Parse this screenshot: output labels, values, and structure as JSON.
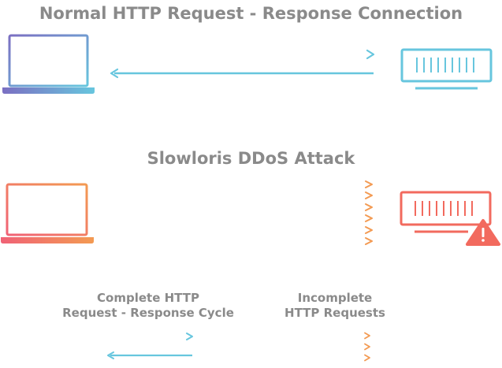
{
  "titles": {
    "normal": "Normal HTTP Request - Response Connection",
    "slowloris": "Slowloris DDoS Attack"
  },
  "legend": {
    "complete_line1": "Complete HTTP",
    "complete_line2": "Request - Response Cycle",
    "incomplete_line1": "Incomplete",
    "incomplete_line2": "HTTP Requests"
  },
  "icons": {
    "client_normal": "laptop-icon",
    "server_normal": "server-icon",
    "client_attack": "laptop-icon",
    "server_attack": "server-icon",
    "warning": "warning-icon"
  },
  "colors": {
    "title_text": "#8a8a8a",
    "normal_gradient_start": "#7b6fc2",
    "normal_gradient_end": "#67c6de",
    "response_arrow": "#67c6de",
    "attack_gradient_start": "#f06276",
    "attack_gradient_end": "#f39a52",
    "warning": "#f26a5e"
  }
}
